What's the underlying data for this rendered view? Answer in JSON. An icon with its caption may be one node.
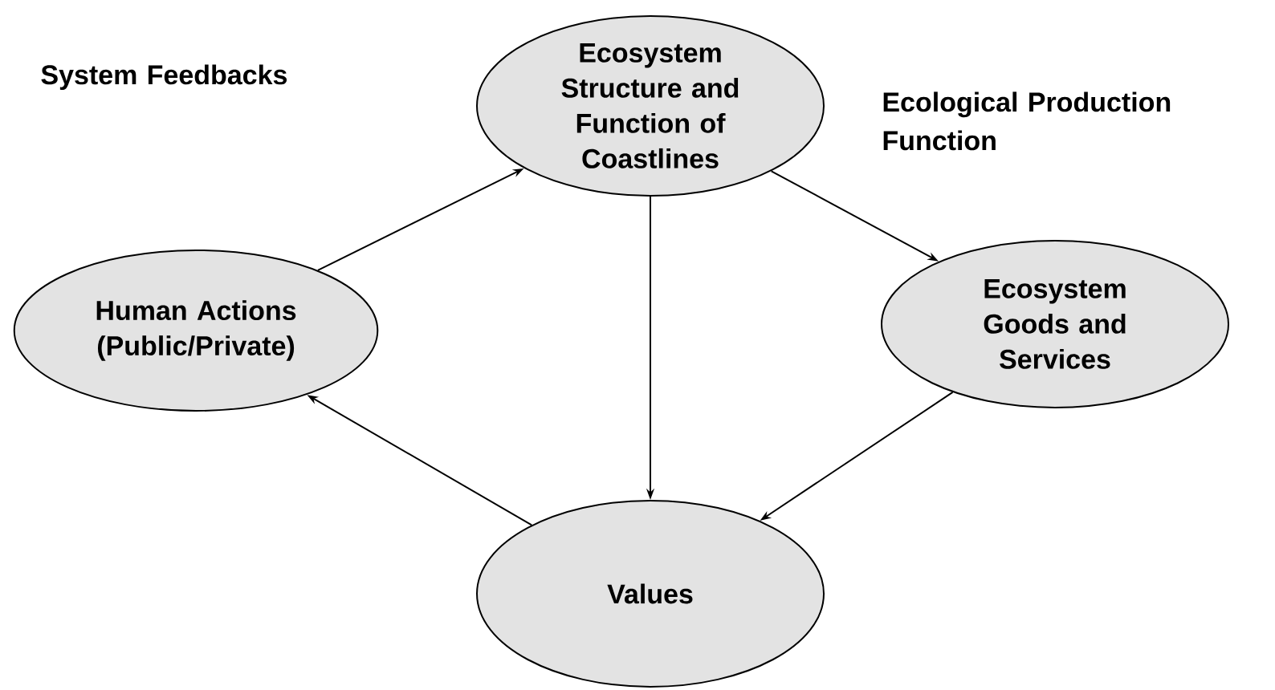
{
  "diagram": {
    "nodes": [
      {
        "text": [
          "Ecosystem Structure and Function of Coastlines"
        ]
      },
      {
        "text": [
          "Human Actions (Public/Private)"
        ]
      },
      {
        "text": [
          "Ecosystem Goods and Services"
        ]
      },
      {
        "text": [
          "Values"
        ]
      }
    ],
    "edges": [
      {
        "from": 1,
        "to": 0,
        "arrow": "to"
      },
      {
        "from": 0,
        "to": 2,
        "arrow": "to"
      },
      {
        "from": 0,
        "to": 3,
        "arrow": "to"
      },
      {
        "from": 2,
        "to": 3,
        "arrow": "to"
      },
      {
        "from": 3,
        "to": 1,
        "arrow": "to"
      }
    ],
    "labels": [
      "System Feedbacks",
      "Ecological Production Function"
    ]
  }
}
